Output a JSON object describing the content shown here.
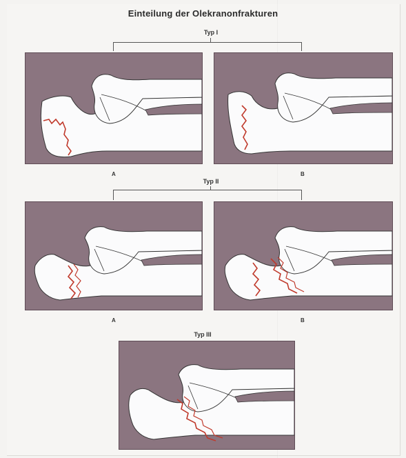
{
  "figure": {
    "title": "Einteilung der Olekranonfrakturen",
    "types": [
      {
        "label": "Typ I",
        "variants": [
          {
            "label": "A"
          },
          {
            "label": "B"
          }
        ]
      },
      {
        "label": "Typ II",
        "variants": [
          {
            "label": "A"
          },
          {
            "label": "B"
          }
        ]
      },
      {
        "label": "Typ III",
        "variants": []
      }
    ],
    "colors": {
      "panel_background": "#8b7580",
      "bone_fill": "#fbfbfc",
      "bone_outline": "#333333",
      "fracture_line": "#c0392b"
    }
  }
}
